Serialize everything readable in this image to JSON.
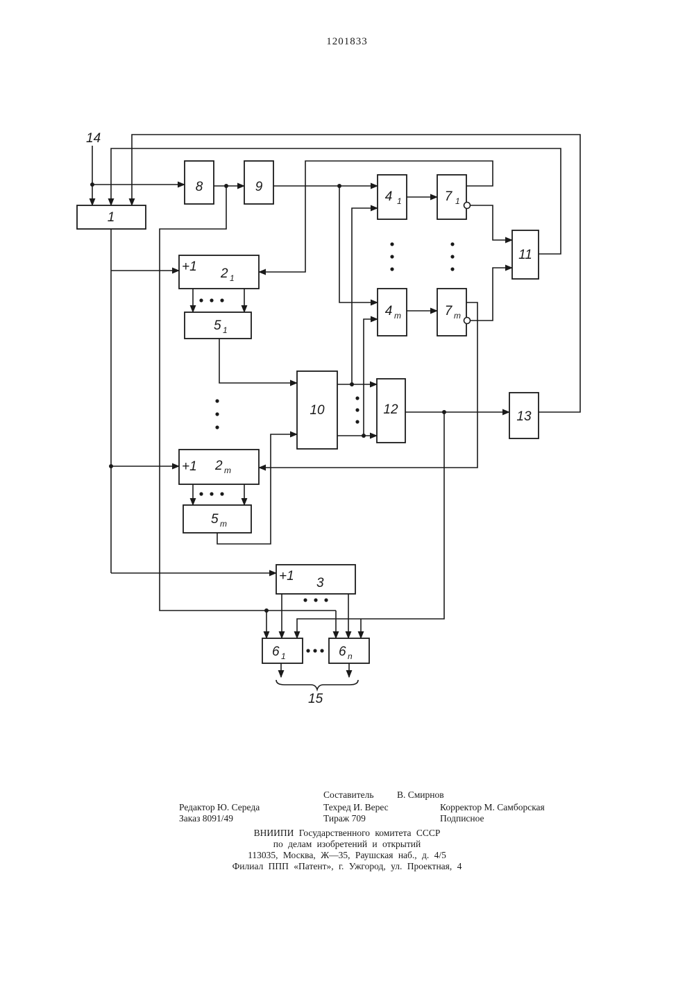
{
  "patent_number": "1201833",
  "diagram": {
    "input_label": "14",
    "output_label": "15",
    "blocks": {
      "b1": "1",
      "b8": "8",
      "b9": "9",
      "b10": "10",
      "b11": "11",
      "b12": "12",
      "b13": "13",
      "b3": "3",
      "b2_1": "2",
      "b2_m": "2",
      "b5_1": "5",
      "b5_m": "5",
      "b4_1": "4",
      "b4_m": "4",
      "b7_1": "7",
      "b7_m": "7",
      "b6_1": "6",
      "b6_n": "6"
    },
    "subscripts": {
      "one": "1",
      "m": "m",
      "n": "n"
    },
    "increment_label": "+1"
  },
  "colophon": {
    "compiler_label": "Составитель",
    "compiler_name": "В. Смирнов",
    "editor": "Редактор Ю. Середа",
    "techred": "Техред И. Верес",
    "corrector": "Корректор М. Самборская",
    "order": "Заказ 8091/49",
    "circulation": "Тираж 709",
    "subscription": "Подписное",
    "org_line1": "ВНИИПИ Государственного комитета СССР",
    "org_line2": "по делам изобретений и открытий",
    "address": "113035, Москва, Ж—35, Раушская наб., д. 4/5",
    "branch": "Филиал ППП «Патент», г. Ужгород, ул. Проектная, 4"
  }
}
